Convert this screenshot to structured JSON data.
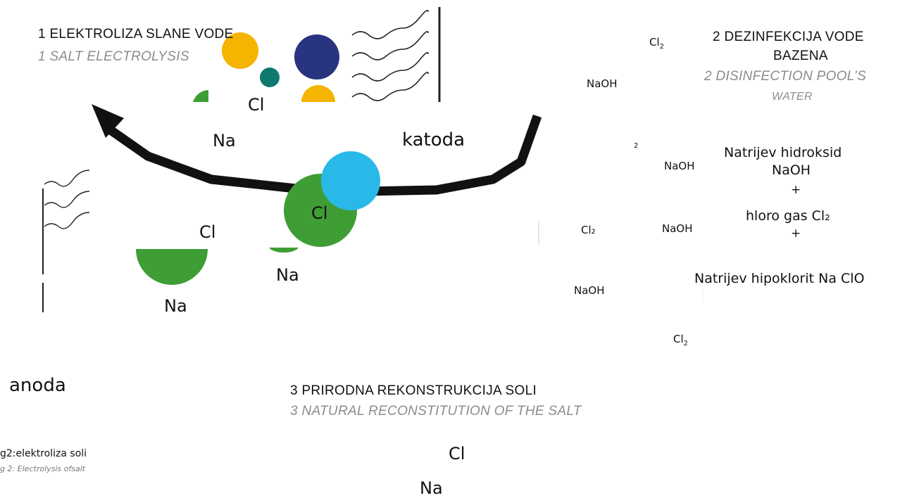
{
  "section1": {
    "title": "1 ELEKTROLIZA SLANE VODE",
    "subtitle": "1 SALT ELECTROLYSIS"
  },
  "section2": {
    "title_line1": "2 DEZINFEKCIJA VODE",
    "title_line2": "BAZENA",
    "subtitle_line1": "2 DISINFECTION POOL’S",
    "subtitle_line2": "WATER"
  },
  "section3": {
    "title": "3 PRIRODNA REKONSTRUKCIJA SOLI",
    "subtitle": "3 NATURAL RECONSTITUTION OF THE SALT"
  },
  "electrodes": {
    "cathode": "katoda",
    "anode": "anoda"
  },
  "ions": {
    "cl_top": "Cl",
    "na_top": "Na",
    "cl_center": "Cl",
    "cl_left": "Cl",
    "na_center": "Na",
    "na_left": "Na",
    "cl_bottom": "Cl",
    "na_bottom": "Na"
  },
  "products": {
    "naoh_1": "NaOH",
    "naoh_2": "NaOH",
    "naoh_3": "NaOH",
    "naoh_4": "NaOH",
    "cl2_top": "Cl",
    "cl2_top_sub": "2",
    "cl2_mid": "Cl₂",
    "cl2_bottom": "Cl",
    "cl2_bottom_sub": "2",
    "stray_sub": "2"
  },
  "summary": {
    "line1": "Natrijev hidroksid",
    "line2": "NaOH",
    "plus1": "+",
    "line3": "hloro gas Cl₂",
    "plus2": "+",
    "line4": "Natrijev hipoklorit Na ClO"
  },
  "figure_caption": {
    "local": "g2:elektroliza soli",
    "english": "g 2: Electrolysis ofsalt"
  },
  "colors": {
    "yellow": "#f4b400",
    "teal": "#0e7a6e",
    "navy": "#283480",
    "green": "#3f9d35",
    "cyan": "#29b9e8",
    "arrow": "#111111"
  }
}
